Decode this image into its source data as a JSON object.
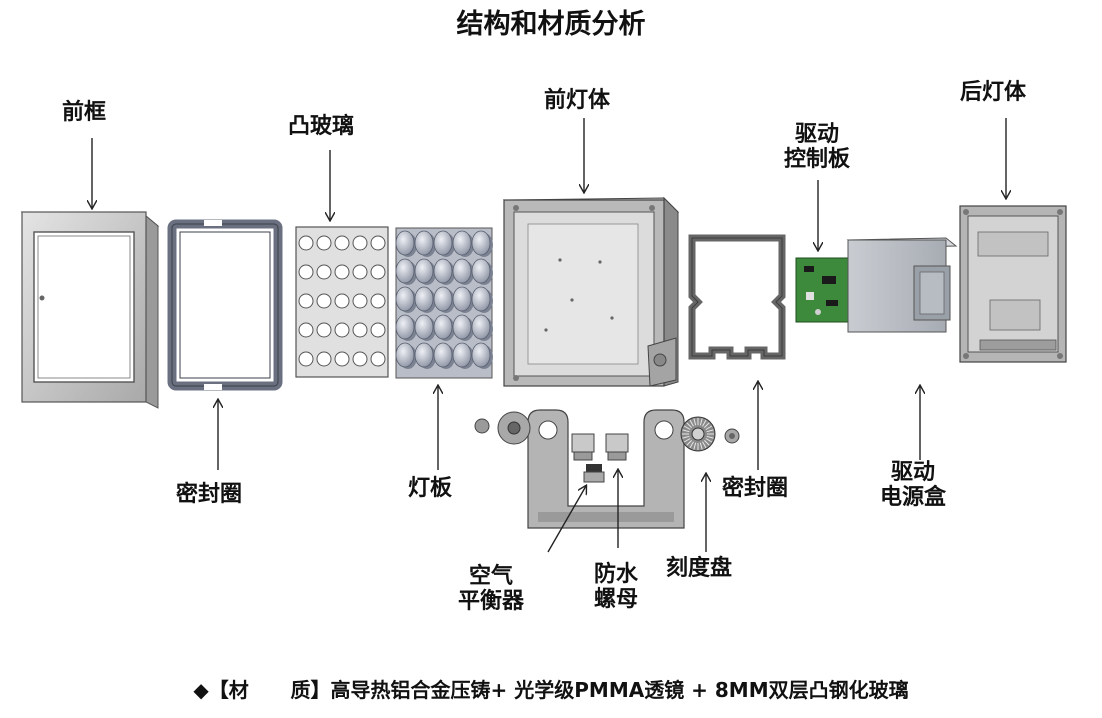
{
  "title": "结构和材质分析",
  "labels": {
    "front_frame": "前框",
    "convex_glass": "凸玻璃",
    "front_body": "前灯体",
    "driver_board_line1": "驱动",
    "driver_board_line2": "控制板",
    "rear_body": "后灯体",
    "seal_ring_left": "密封圈",
    "lamp_board": "灯板",
    "seal_ring_right": "密封圈",
    "driver_box_line1": "驱动",
    "driver_box_line2": "电源盒",
    "air_balancer_line1": "空气",
    "air_balancer_line2": "平衡器",
    "waterproof_nut_line1": "防水",
    "waterproof_nut_line2": "螺母",
    "dial": "刻度盘"
  },
  "footer": {
    "bullet": "◆",
    "bracket_open": "【",
    "label_a": "材",
    "label_gap": "      ",
    "label_b": "质",
    "bracket_close": "】",
    "text": "高导热铝合金压铸+ 光学级PMMA透镜 + 8MM双层凸钢化玻璃"
  }
}
